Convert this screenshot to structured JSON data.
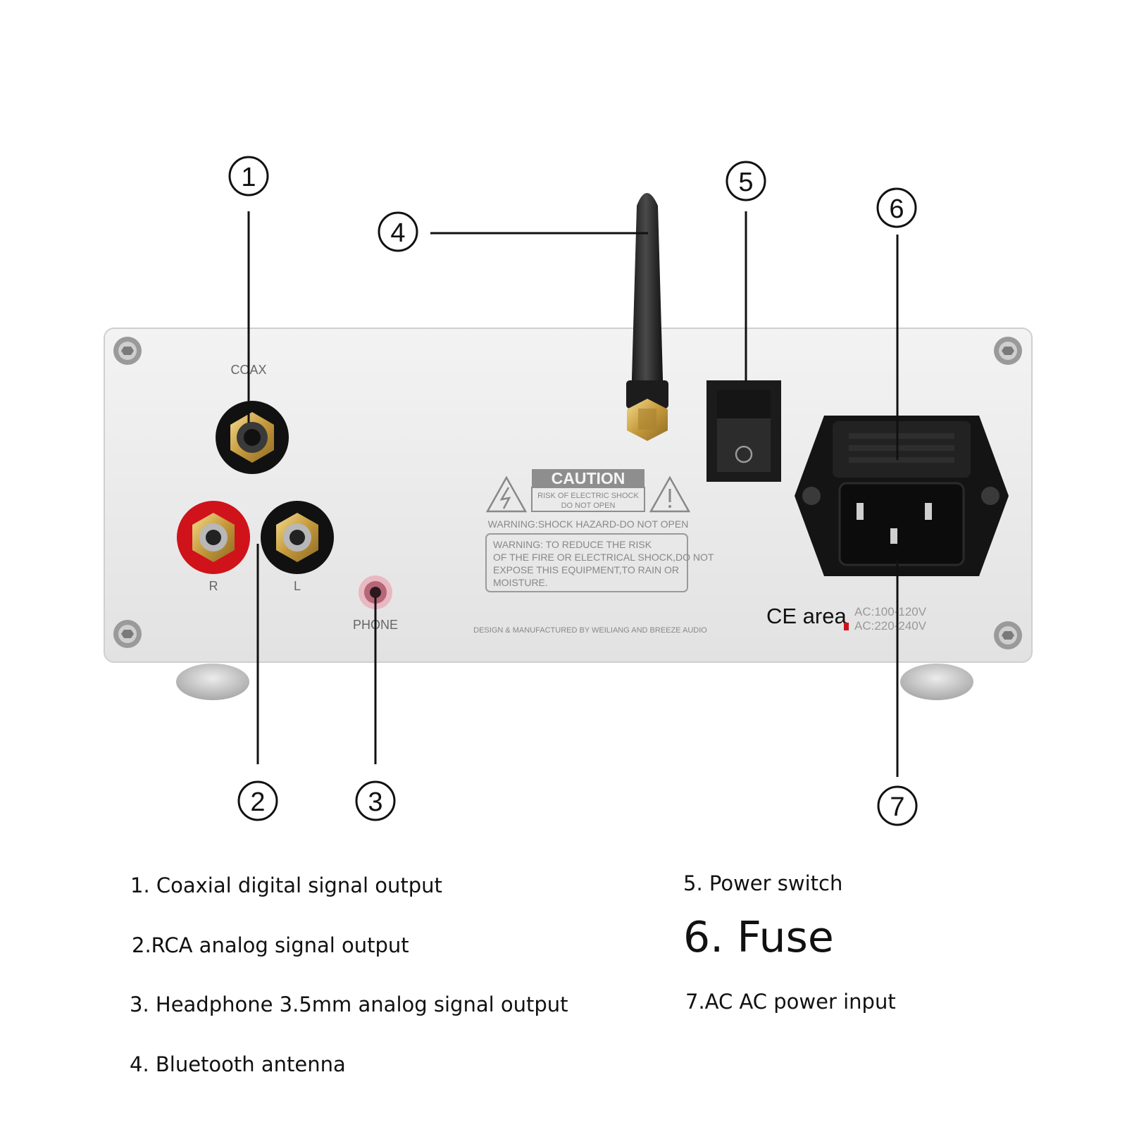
{
  "panel": {
    "coax_label": "COAX",
    "r_label": "R",
    "l_label": "L",
    "phone_label": "PHONE",
    "caution_title": "CAUTION",
    "caution_line1": "RISK OF ELECTRIC SHOCK",
    "caution_line2": "DO NOT OPEN",
    "warning_shock": "WARNING:SHOCK HAZARD-DO NOT OPEN",
    "warning_box": [
      "WARNING:      TO REDUCE THE RISK",
      "OF THE FIRE OR ELECTRICAL SHOCK,DO NOT",
      "EXPOSE THIS EQUIPMENT,TO RAIN OR",
      "MOISTURE."
    ],
    "design_credit": "DESIGN & MANUFACTURED BY WEILIANG AND BREEZE AUDIO",
    "ce_area": "CE area",
    "voltage_1": "AC:100-120V",
    "voltage_2": "AC:220-240V"
  },
  "callouts": {
    "n1": "1",
    "n2": "2",
    "n3": "3",
    "n4": "4",
    "n5": "5",
    "n6": "6",
    "n7": "7"
  },
  "legend": {
    "item1": "1. Coaxial digital signal output",
    "item2": "2.RCA analog signal output",
    "item3": "3. Headphone 3.5mm analog signal output",
    "item4": "4. Bluetooth antenna",
    "item5": "5. Power switch",
    "item6": "6. Fuse",
    "item7": "7.AC AC power input"
  },
  "colors": {
    "panel": "#ebebeb",
    "rca_red": "#d0121b",
    "gold": "#c9a24a",
    "black": "#111111"
  }
}
